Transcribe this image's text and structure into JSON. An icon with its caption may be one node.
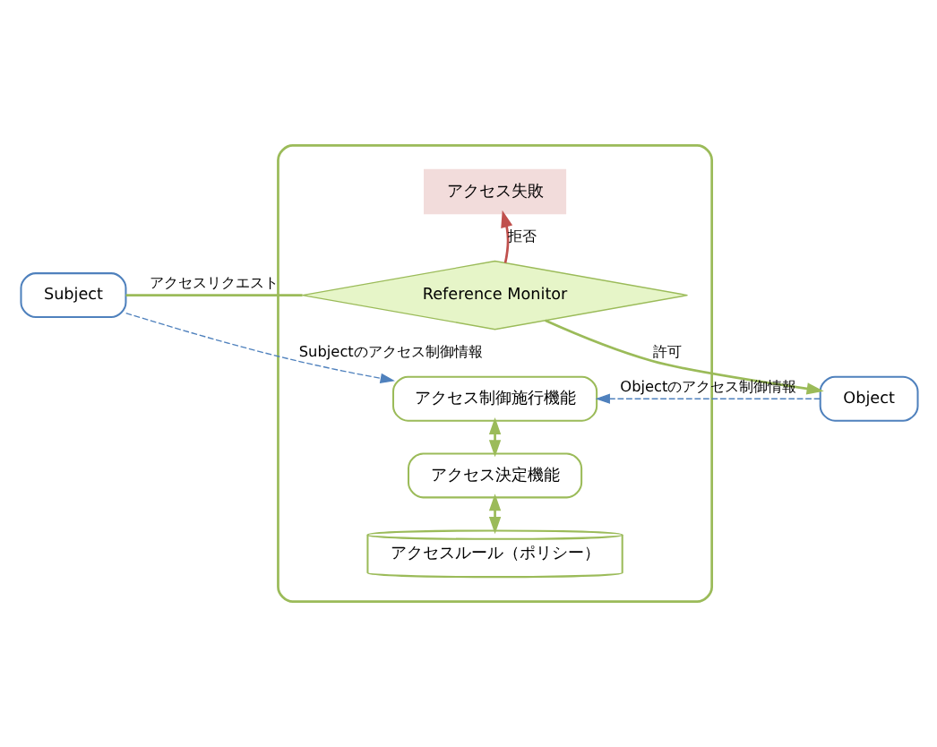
{
  "diagram": {
    "nodes": [
      {
        "text": [
          "Subject"
        ]
      },
      {
        "text": [],
        "shape": "box"
      },
      {
        "text": [
          "アクセス失敗"
        ],
        "in": 1
      },
      {
        "text": [
          "Reference Monitor"
        ],
        "in": 1
      },
      {
        "text": [
          "Object"
        ]
      },
      {
        "text": [
          "アクセス制御施行機能"
        ],
        "in": 1
      },
      {
        "text": [
          "アクセス決定機能"
        ],
        "in": 1
      },
      {
        "text": [
          "アクセスルール（ポリシー）"
        ],
        "in": 1
      }
    ],
    "edges": [
      {
        "from": 0,
        "to": 3,
        "arrow": "none",
        "label": "アクセスリクエスト"
      },
      {
        "from": 3,
        "to": 2,
        "arrow": "to",
        "label": "拒否",
        "color": "#c0504d"
      },
      {
        "from": 3,
        "to": 4,
        "arrow": "to",
        "label": "許可"
      },
      {
        "from": 0,
        "to": 5,
        "arrow": "to",
        "label": "Subjectのアクセス制御情報",
        "style": "dashed",
        "color": "#4f81bd"
      },
      {
        "from": 4,
        "to": 5,
        "arrow": "to",
        "label": "Objectのアクセス制御情報",
        "style": "dashed",
        "color": "#4f81bd"
      },
      {
        "from": 5,
        "to": 6,
        "arrow": "both"
      },
      {
        "from": 6,
        "to": 7,
        "arrow": "both"
      }
    ]
  }
}
